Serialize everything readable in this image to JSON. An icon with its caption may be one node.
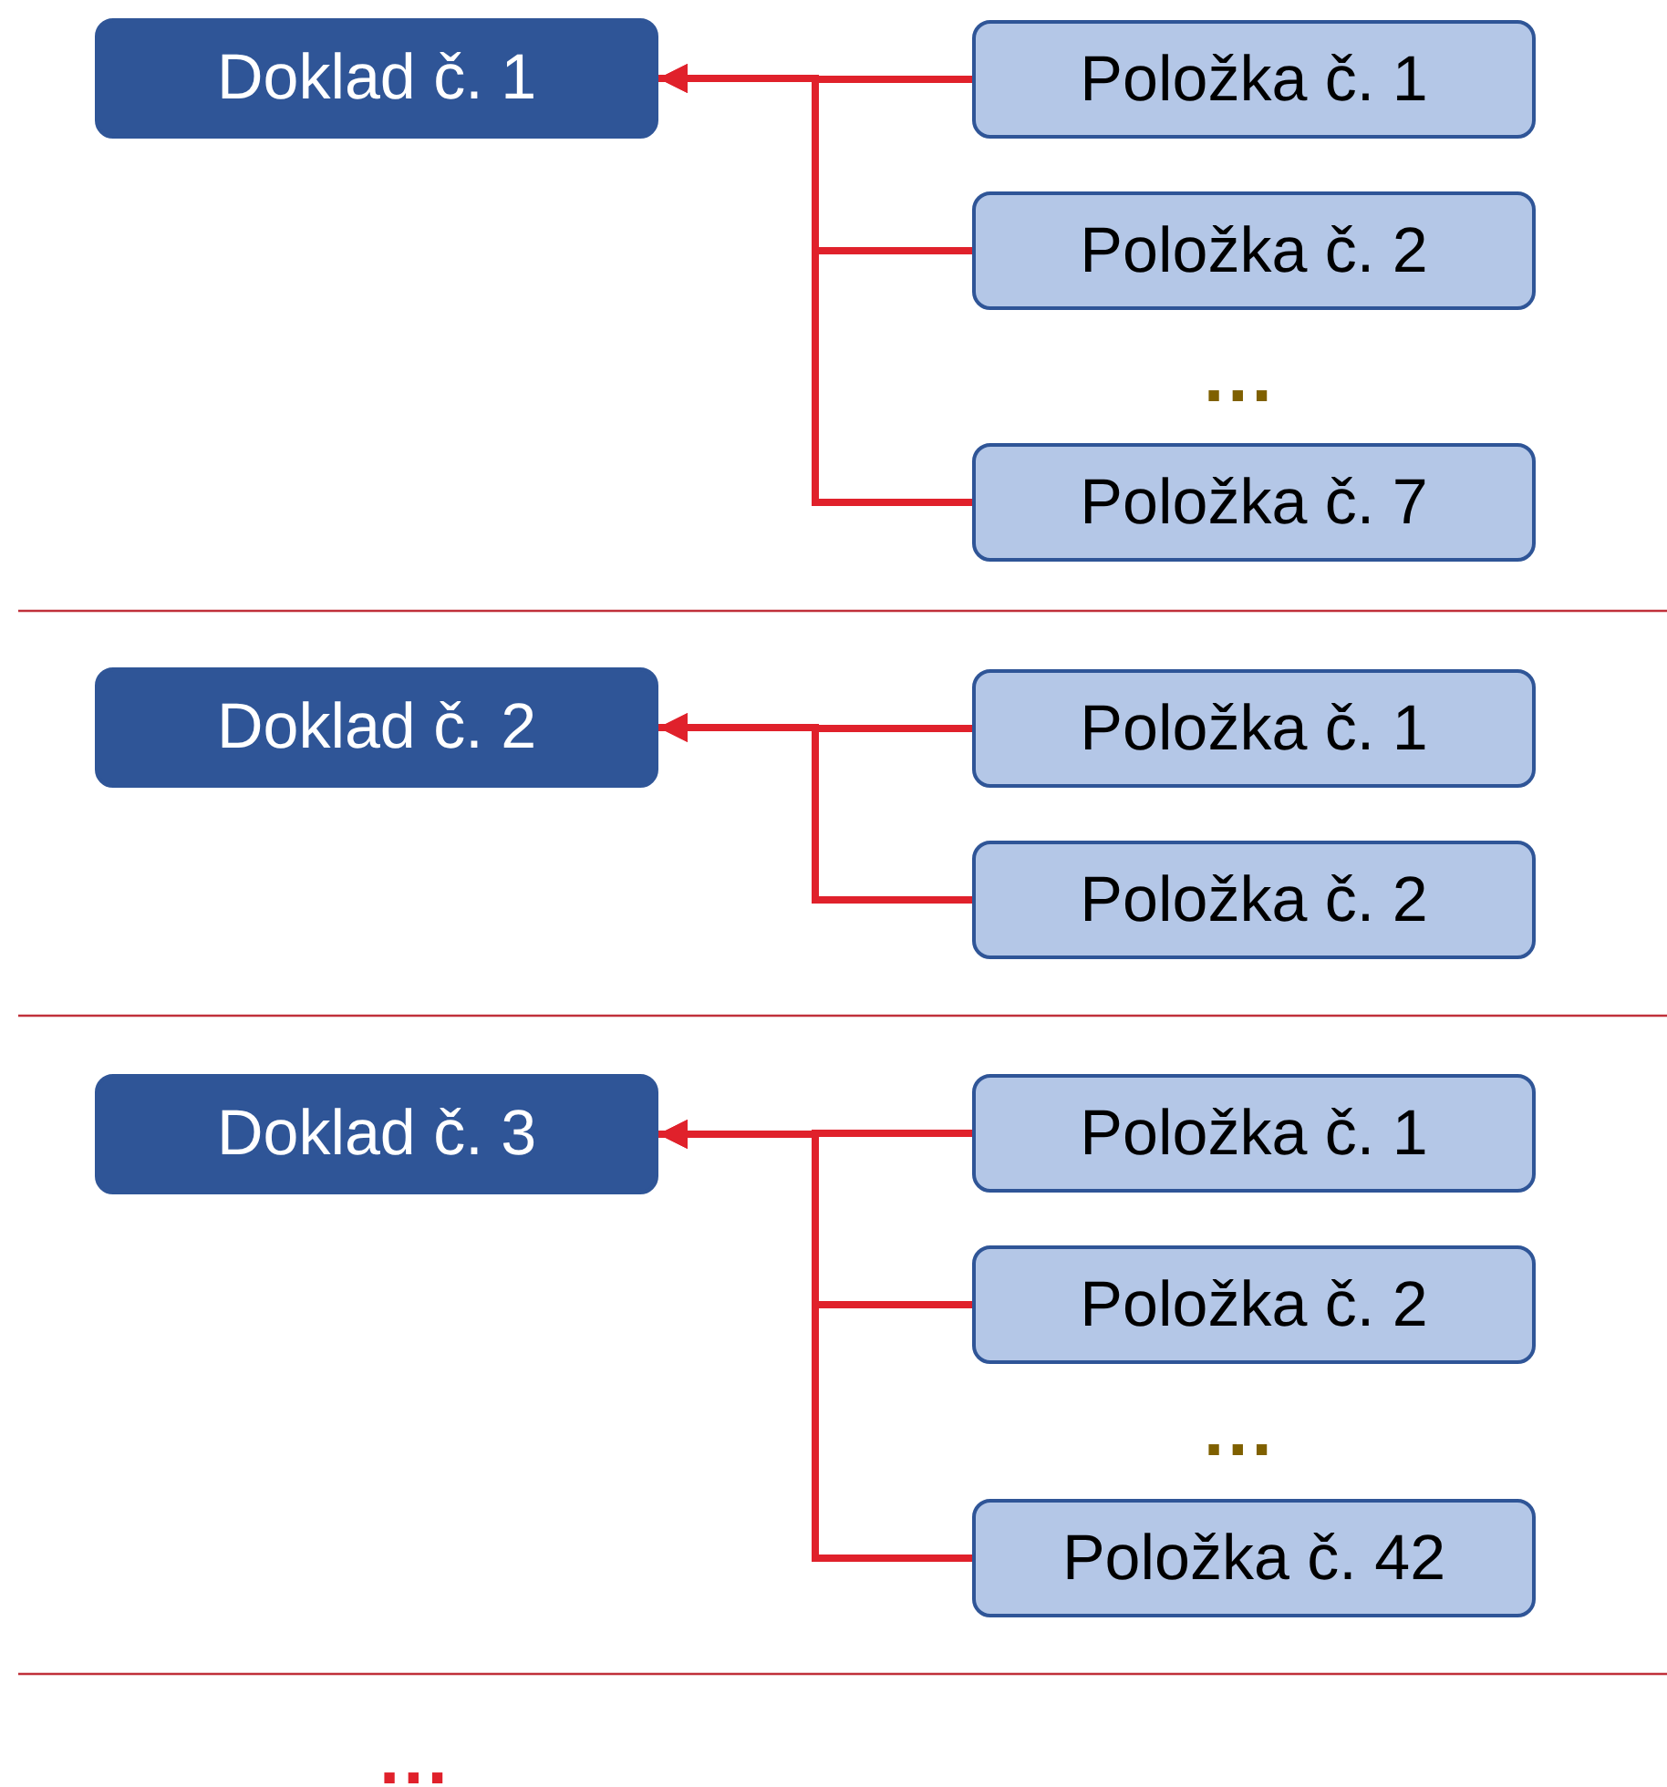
{
  "diagram": {
    "nodes": [
      {
        "text": [
          "Doklad č. 1"
        ]
      },
      {
        "text": [
          "Položka č. 1"
        ]
      },
      {
        "text": [
          "Položka č. 2"
        ]
      },
      {
        "text": [
          "Položka č. 7"
        ]
      },
      {
        "text": [
          "Doklad č. 2"
        ]
      },
      {
        "text": [
          "Položka č. 1"
        ]
      },
      {
        "text": [
          "Položka č. 2"
        ]
      },
      {
        "text": [
          "Doklad č. 3"
        ]
      },
      {
        "text": [
          "Položka č. 1"
        ]
      },
      {
        "text": [
          "Položka č. 2"
        ]
      },
      {
        "text": [
          "Položka č. 42"
        ]
      }
    ],
    "edges": [
      {
        "from": 1,
        "to": 0,
        "arrow": "to"
      },
      {
        "from": 2,
        "to": 0,
        "arrow": "to"
      },
      {
        "from": 3,
        "to": 0,
        "arrow": "to"
      },
      {
        "from": 5,
        "to": 4,
        "arrow": "to"
      },
      {
        "from": 6,
        "to": 4,
        "arrow": "to"
      },
      {
        "from": 8,
        "to": 7,
        "arrow": "to"
      },
      {
        "from": 9,
        "to": 7,
        "arrow": "to"
      },
      {
        "from": 10,
        "to": 7,
        "arrow": "to"
      }
    ],
    "labels": [
      "...",
      "...",
      "..."
    ]
  }
}
